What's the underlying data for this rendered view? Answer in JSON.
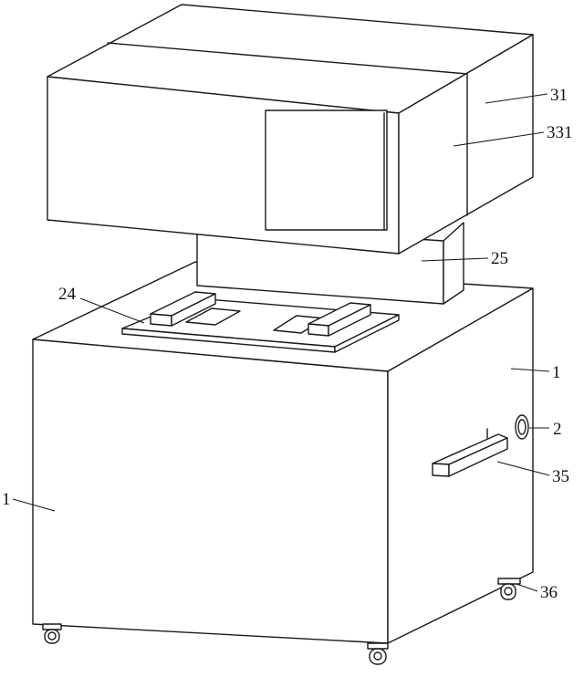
{
  "labels": {
    "top_housing": "31",
    "window_panel": "331",
    "column": "25",
    "fixture_tray": "24",
    "cabinet_right": "1",
    "port": "2",
    "handle": "35",
    "caster": "36",
    "cabinet_front": "1"
  },
  "colors": {
    "line": "#1a1a1a",
    "fill": "#ffffff"
  }
}
